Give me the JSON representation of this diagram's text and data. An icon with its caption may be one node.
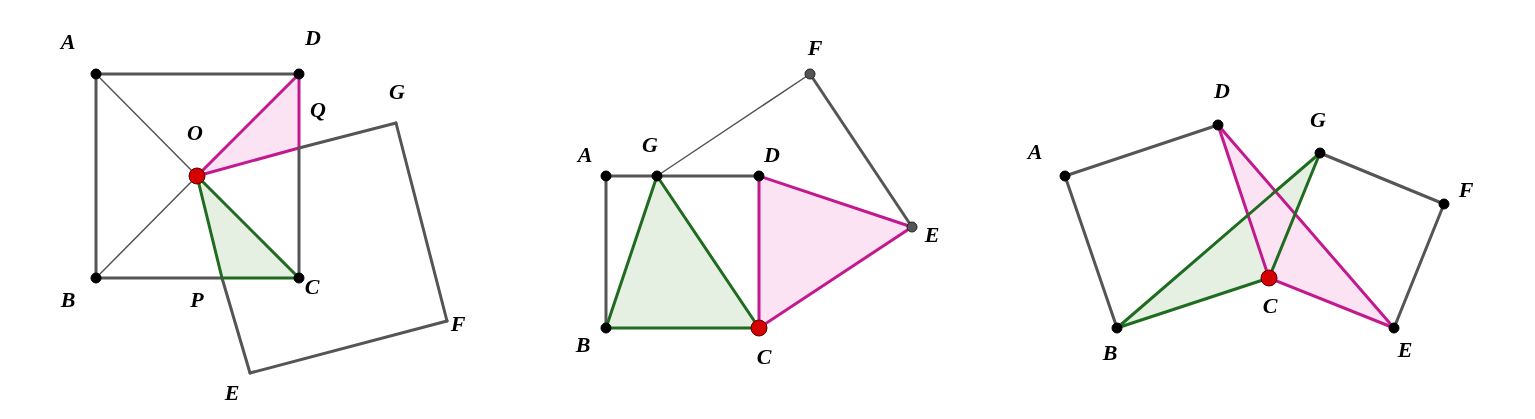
{
  "diagram": {
    "labels": [
      "A",
      "D",
      "G",
      "Q",
      "O",
      "B",
      "P",
      "C",
      "F",
      "E",
      "F",
      "A",
      "G",
      "D",
      "E",
      "B",
      "C",
      "D",
      "G",
      "A",
      "F",
      "C",
      "B",
      "E"
    ]
  }
}
